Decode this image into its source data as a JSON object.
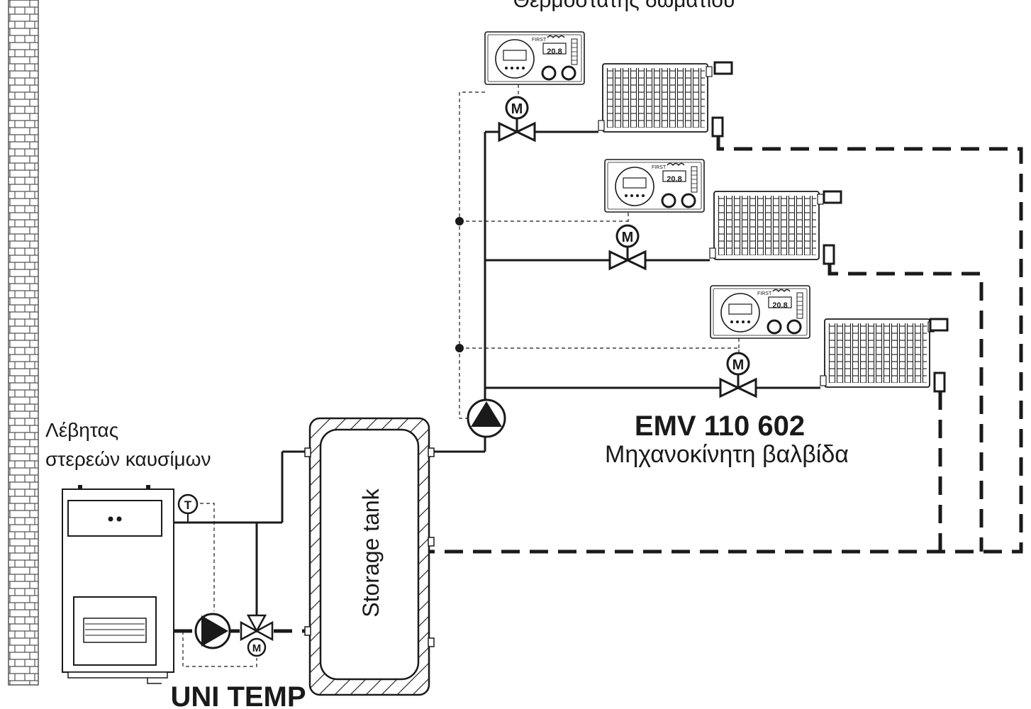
{
  "labels": {
    "thermostat_title": "Θερμοστάτης δωματίου",
    "boiler_line1": "Λέβητας",
    "boiler_line2": "στερεών καυσίμων",
    "tank": "Storage tank",
    "valve_model": "EMV 110 602",
    "valve_desc": "Μηχανοκίνητη βαλβίδα",
    "controller_model": "UNI TEMP",
    "thermostat_display": "20.8",
    "thermostat_brand": "FIRST",
    "motor_letter": "M",
    "sensor_letter": "T"
  },
  "colors": {
    "line": "#1a1a1a",
    "wall": "#555555",
    "background": "#ffffff"
  },
  "icons": [
    "brick-wall",
    "boiler",
    "storage-tank",
    "circulation-pump",
    "three-way-valve",
    "motorized-valve",
    "room-thermostat",
    "radiator",
    "temperature-sensor"
  ]
}
